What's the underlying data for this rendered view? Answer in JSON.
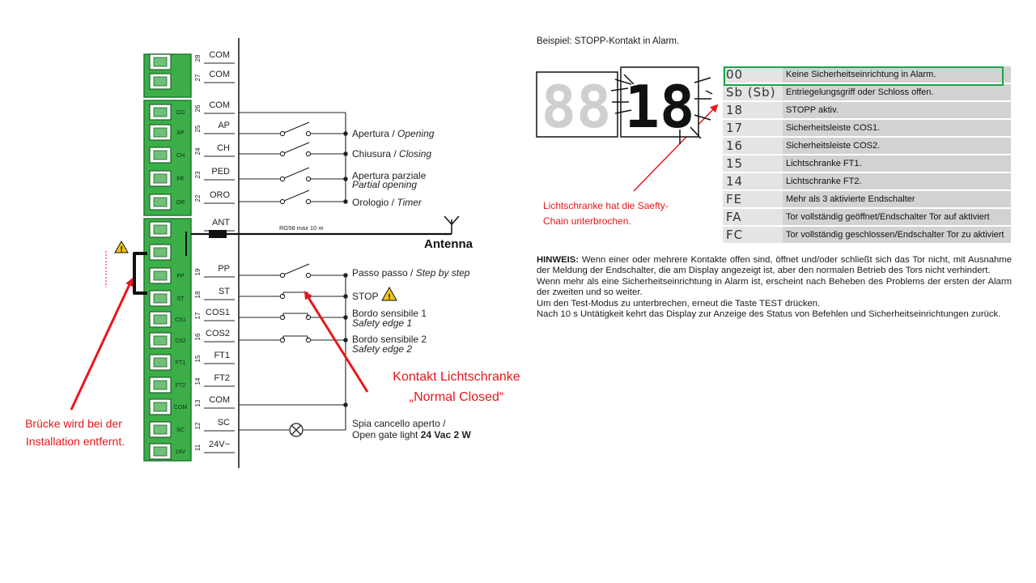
{
  "terminals": [
    {
      "num": "28",
      "side": "",
      "label": "COM"
    },
    {
      "num": "27",
      "side": "",
      "label": "COM"
    },
    {
      "num": "26",
      "side": "CO",
      "label": "COM"
    },
    {
      "num": "25",
      "side": "AP",
      "label": "AP"
    },
    {
      "num": "24",
      "side": "CH",
      "label": "CH"
    },
    {
      "num": "23",
      "side": "PE",
      "label": "PED"
    },
    {
      "num": "22",
      "side": "OR",
      "label": "ORO"
    },
    {
      "num": "",
      "side": "",
      "label": "ANT"
    },
    {
      "num": "",
      "side": "",
      "label": ""
    },
    {
      "num": "19",
      "side": "PP",
      "label": "PP"
    },
    {
      "num": "18",
      "side": "ST",
      "label": "ST"
    },
    {
      "num": "17",
      "side": "CS1",
      "label": "COS1"
    },
    {
      "num": "16",
      "side": "CS2",
      "label": "COS2"
    },
    {
      "num": "15",
      "side": "FT1",
      "label": "FT1"
    },
    {
      "num": "14",
      "side": "FT2",
      "label": "FT2"
    },
    {
      "num": "13",
      "side": "COM",
      "label": "COM"
    },
    {
      "num": "12",
      "side": "SC",
      "label": "SC"
    },
    {
      "num": "11",
      "side": "24V",
      "label": "24V~"
    }
  ],
  "functions": {
    "apertura_it": "Apertura /",
    "apertura_en": "Opening",
    "chiusura_it": "Chiusura /",
    "chiusura_en": "Closing",
    "ped_it": "Apertura parziale",
    "ped_en": "Partial opening",
    "orologio_it": "Orologio /",
    "orologio_en": "Timer",
    "cable": "RG58 max 10 m",
    "antenna": "Antenna",
    "pp_it": "Passo passo /",
    "pp_en": "Step by step",
    "stop": "STOP",
    "cos1_it": "Bordo sensibile 1",
    "cos1_en": "Safety edge 1",
    "cos2_it": "Bordo sensibile 2",
    "cos2_en": "Safety edge 2",
    "sc_it": "Spia cancello aperto /",
    "sc_en": "Open gate light",
    "sc_rating": "24 Vac 2 W"
  },
  "annotations": {
    "contact_line1": "Kontakt Lichtschranke",
    "contact_line2": "„Normal Closed“",
    "bridge_line1": "Brücke wird bei der",
    "bridge_line2": "Installation entfernt.",
    "chain_line1": "Lichtschranke hat die Saefty-",
    "chain_line2": "Chain  unterbrochen."
  },
  "display": {
    "intro": "Beispiel: STOPP-Kontakt in Alarm.",
    "left_digits": "88",
    "right_digits": "18"
  },
  "codes": [
    {
      "code": "00",
      "desc": "Keine Sicherheitseinrichtung in Alarm."
    },
    {
      "code": "Sb (Sb)",
      "desc": "Entriegelungsgriff oder Schloss offen."
    },
    {
      "code": "18",
      "desc": "STOPP aktiv."
    },
    {
      "code": "17",
      "desc": "Sicherheitsleiste COS1."
    },
    {
      "code": "16",
      "desc": "Sicherheitsleiste COS2."
    },
    {
      "code": "15",
      "desc": "Lichtschranke FT1."
    },
    {
      "code": "14",
      "desc": "Lichtschranke FT2."
    },
    {
      "code": "FE",
      "desc": "Mehr als 3 aktivierte Endschalter"
    },
    {
      "code": "FA",
      "desc": "Tor vollständig geöffnet/Endschalter Tor auf aktiviert"
    },
    {
      "code": "FC",
      "desc": "Tor vollständig geschlossen/Endschalter Tor zu aktiviert"
    }
  ],
  "notes": {
    "label": "HINWEIS:",
    "p1": "Wenn einer oder mehrere Kontakte offen sind, öffnet und/oder schließt sich das Tor nicht, mit Ausnahme der Meldung der Endschalter, die am Display angezeigt ist, aber den normalen Betrieb des Tors nicht verhindert.",
    "p2": "Wenn mehr als eine Sicherheitseinrichtung in Alarm ist, erscheint nach Beheben des Problems der ersten der Alarm der zweiten und so weiter.",
    "p3": "Um den Test-Modus zu unterbrechen, erneut die Taste TEST drücken.",
    "p4": "Nach 10 s Untätigkeit kehrt das Display zur Anzeige des Status von Befehlen und Sicherheitseinrichtungen zurück."
  },
  "colors": {
    "terminal_green": "#3cae48",
    "terminal_dark": "#1f7a2e",
    "annotation_red": "#e8161b",
    "highlight_green": "#1ca34a"
  }
}
